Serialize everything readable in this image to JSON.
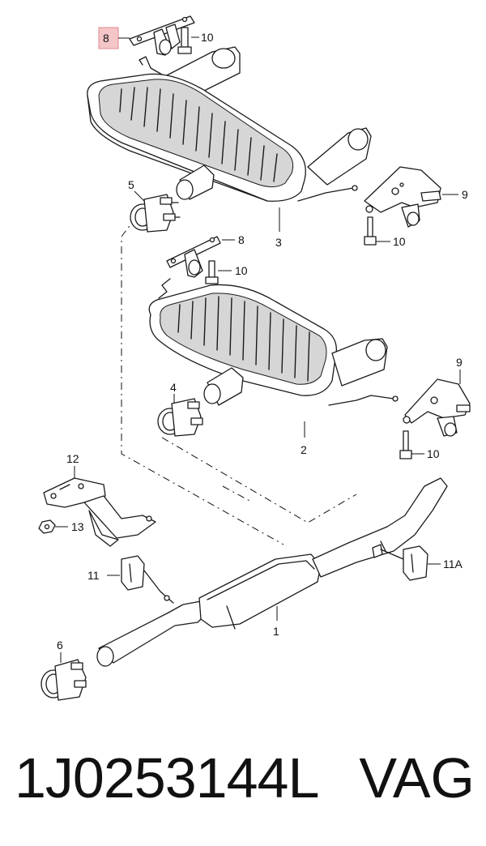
{
  "diagram": {
    "callouts": {
      "c8_top": "8",
      "c10_top": "10",
      "c5": "5",
      "c3": "3",
      "c9_top": "9",
      "c10_right_top": "10",
      "c8_mid": "8",
      "c10_mid": "10",
      "c9_mid": "9",
      "c4": "4",
      "c2": "2",
      "c10_right_mid": "10",
      "c12": "12",
      "c13": "13",
      "c11": "11",
      "c11a": "11A",
      "c1": "1",
      "c6": "6"
    },
    "highlight_color": "#f4c6c8"
  },
  "footer": {
    "part_number": "1J0253144L",
    "brand": "VAG"
  }
}
